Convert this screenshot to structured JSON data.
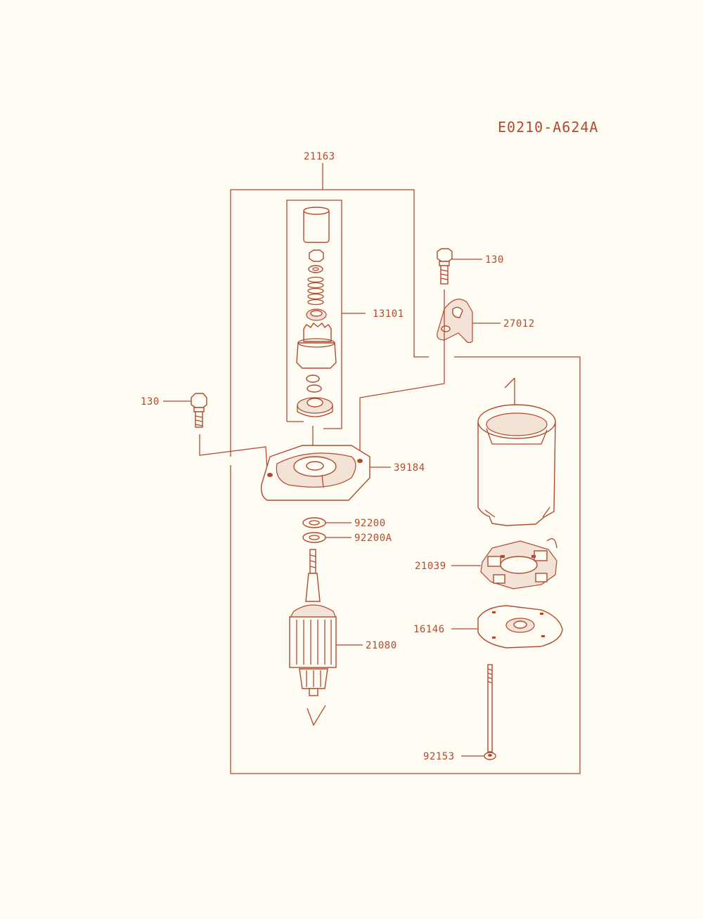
{
  "diagram_code": "E0210-A624A",
  "callouts": {
    "assy": "21163",
    "bolt_top": "130",
    "bracket": "27012",
    "drive": "13101",
    "bolt_left": "130",
    "cover": "39184",
    "washer_a": "92200",
    "washer_b": "92200A",
    "brush_holder": "21039",
    "armature": "21080",
    "plate": "16146",
    "through_bolt": "92153"
  },
  "colors": {
    "ink": "#b24a2e",
    "paper": "#fefcf3"
  }
}
